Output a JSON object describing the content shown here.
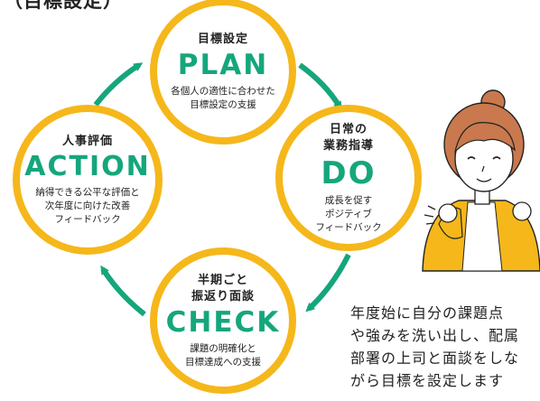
{
  "header": "（目標設定）",
  "colors": {
    "ring": "#f5b71a",
    "accent": "#15a67c",
    "arrow": "#15a67c"
  },
  "stages": {
    "plan": {
      "title": "目標設定",
      "word": "PLAN",
      "desc": "各個人の適性に合わせた\n目標設定の支援"
    },
    "do": {
      "title": "日常の\n業務指導",
      "word": "DO",
      "desc": "成長を促す\nポジティブ\nフィードバック"
    },
    "check": {
      "title": "半期ごと\n振返り面談",
      "word": "CHECK",
      "desc": "課題の明確化と\n目標達成への支援"
    },
    "action": {
      "title": "人事評価",
      "word": "ACTION",
      "desc": "納得できる公平な評価と\n次年度に向けた改善\nフィードバック"
    }
  },
  "caption": "年度始に自分の課題点\nや強みを洗い出し、配属\n部署の上司と面談をしな\nがら目標を設定します",
  "illustration": "woman-cheering-icon"
}
